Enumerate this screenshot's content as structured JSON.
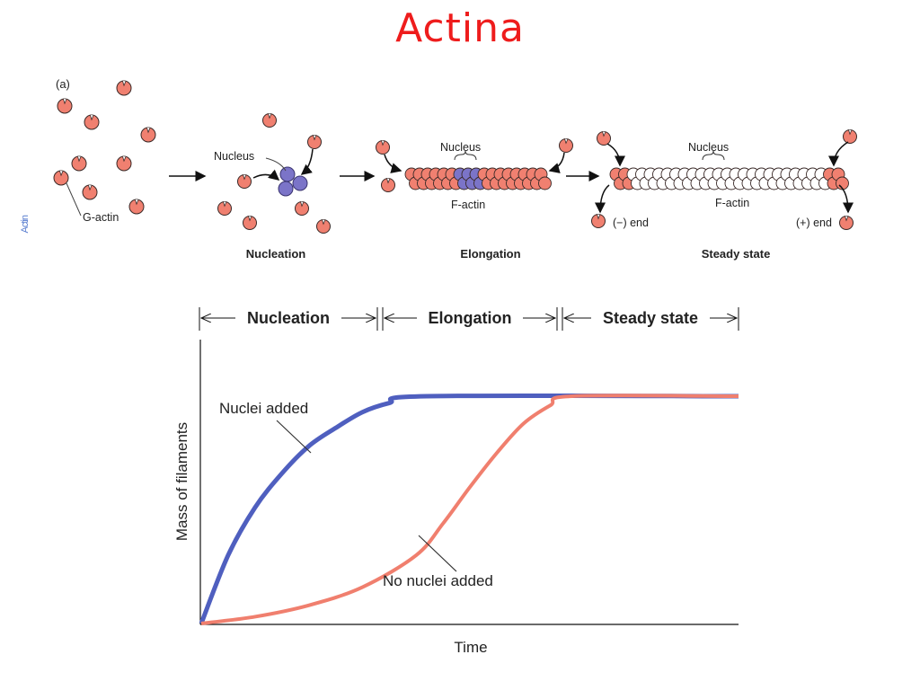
{
  "slide": {
    "title": "Actina"
  },
  "panel": {
    "label": "(a)",
    "side_text": "Actin",
    "stages": [
      "Nucleation",
      "Elongation",
      "Steady state"
    ],
    "labels": {
      "g_actin": "G-actin",
      "nucleus": "Nucleus",
      "f_actin": "F-actin",
      "minus_end": "(−) end",
      "plus_end": "(+) end"
    }
  },
  "colors": {
    "title": "#ee1c1c",
    "g_actin": "#f08070",
    "nucleus": "#7b74c8",
    "nuclei_curve": "#4f5fbf",
    "no_nuclei_curve": "#f07f6e"
  },
  "chart_data": {
    "type": "line",
    "phases": [
      "Nucleation",
      "Elongation",
      "Steady state"
    ],
    "xlabel": "Time",
    "ylabel": "Mass of filaments",
    "series": [
      {
        "name": "Nuclei added",
        "color": "#4f5fbf",
        "points": [
          [
            0,
            0
          ],
          [
            0.05,
            0.3
          ],
          [
            0.1,
            0.51
          ],
          [
            0.15,
            0.66
          ],
          [
            0.2,
            0.78
          ],
          [
            0.25,
            0.86
          ],
          [
            0.3,
            0.93
          ],
          [
            0.35,
            0.97
          ],
          [
            0.42,
            1.0
          ],
          [
            1,
            1.0
          ]
        ]
      },
      {
        "name": "No nuclei added",
        "color": "#f07f6e",
        "points": [
          [
            0,
            0
          ],
          [
            0.1,
            0.03
          ],
          [
            0.2,
            0.08
          ],
          [
            0.3,
            0.16
          ],
          [
            0.4,
            0.3
          ],
          [
            0.45,
            0.44
          ],
          [
            0.5,
            0.6
          ],
          [
            0.55,
            0.75
          ],
          [
            0.6,
            0.88
          ],
          [
            0.65,
            0.96
          ],
          [
            0.69,
            1.0
          ],
          [
            1,
            1.0
          ]
        ]
      }
    ]
  }
}
